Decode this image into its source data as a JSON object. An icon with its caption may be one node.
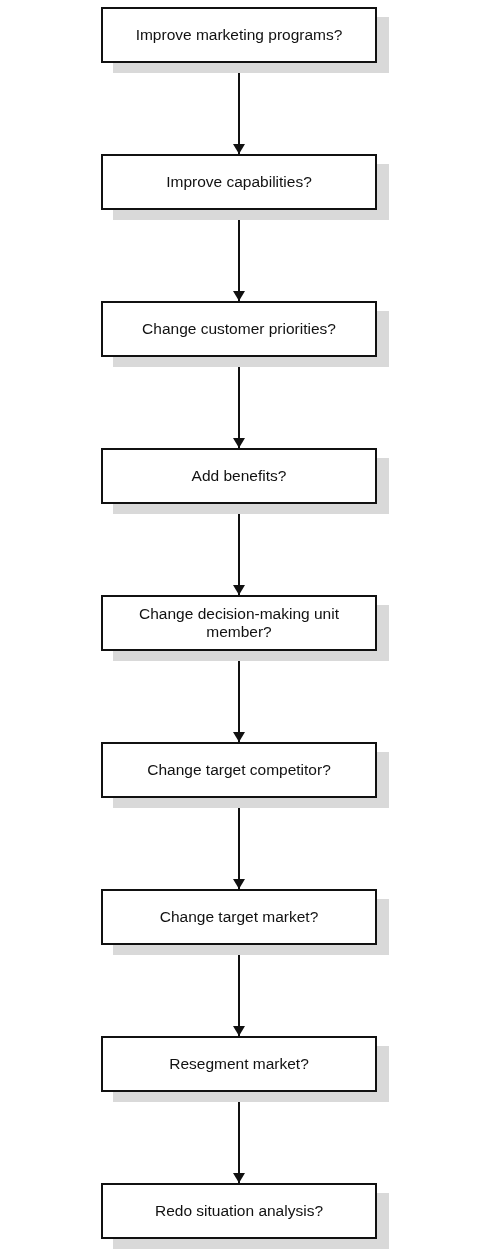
{
  "diagram": {
    "nodes": [
      {
        "text": [
          "Improve marketing programs?"
        ]
      },
      {
        "text": [
          "Improve capabilities?"
        ]
      },
      {
        "text": [
          "Change customer priorities?"
        ]
      },
      {
        "text": [
          "Add benefits?"
        ]
      },
      {
        "text": [
          "Change decision-making unit member?"
        ]
      },
      {
        "text": [
          "Change target competitor?"
        ]
      },
      {
        "text": [
          "Change target market?"
        ]
      },
      {
        "text": [
          "Resegment market?"
        ]
      },
      {
        "text": [
          "Redo situation analysis?"
        ]
      }
    ],
    "edges": [
      {
        "from": 0,
        "to": 1,
        "arrow": "to"
      },
      {
        "from": 1,
        "to": 2,
        "arrow": "to"
      },
      {
        "from": 2,
        "to": 3,
        "arrow": "to"
      },
      {
        "from": 3,
        "to": 4,
        "arrow": "to"
      },
      {
        "from": 4,
        "to": 5,
        "arrow": "to"
      },
      {
        "from": 5,
        "to": 6,
        "arrow": "to"
      },
      {
        "from": 6,
        "to": 7,
        "arrow": "to"
      },
      {
        "from": 7,
        "to": 8,
        "arrow": "to"
      }
    ]
  }
}
